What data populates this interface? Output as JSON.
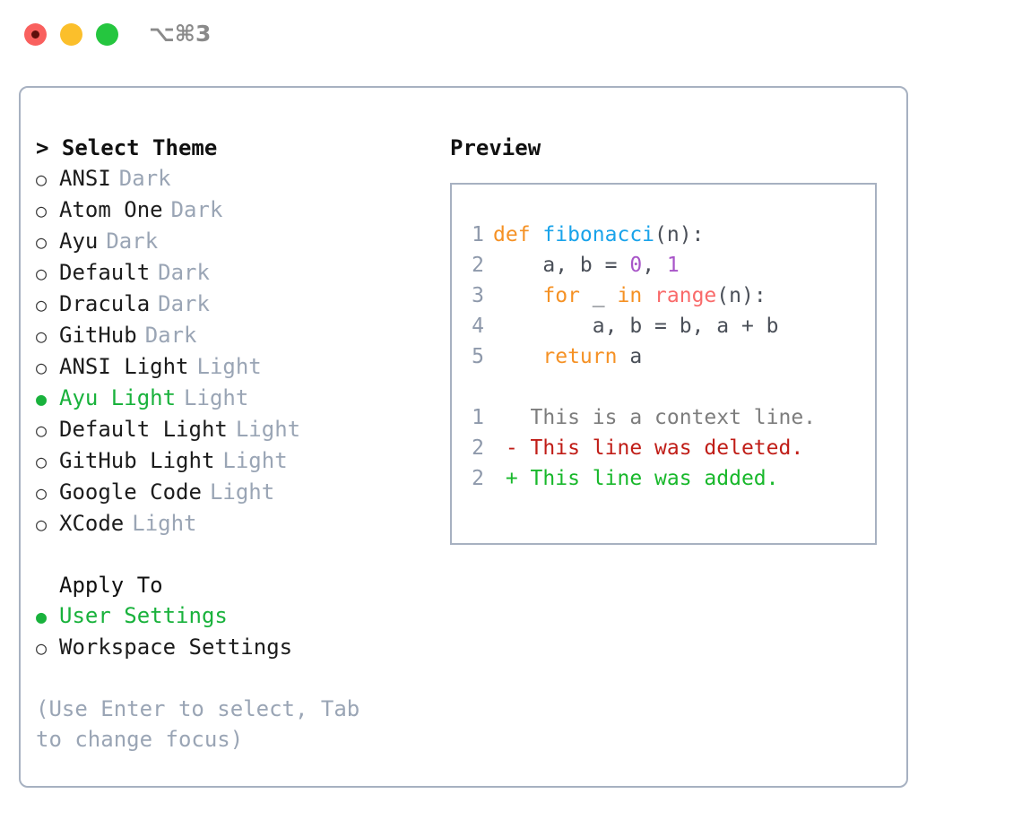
{
  "titlebar": {
    "traffic_lights": [
      {
        "name": "close",
        "color": "#f9605e"
      },
      {
        "name": "minimize",
        "color": "#fbbf2b"
      },
      {
        "name": "maximize",
        "color": "#25c63f"
      }
    ],
    "shortcut": "⌥⌘3"
  },
  "theme_picker": {
    "header": "> Select Theme",
    "options": [
      {
        "marker": "○",
        "label": "ANSI",
        "tag": "Dark",
        "selected": false
      },
      {
        "marker": "○",
        "label": "Atom One",
        "tag": "Dark",
        "selected": false
      },
      {
        "marker": "○",
        "label": "Ayu",
        "tag": "Dark",
        "selected": false
      },
      {
        "marker": "○",
        "label": "Default",
        "tag": "Dark",
        "selected": false
      },
      {
        "marker": "○",
        "label": "Dracula",
        "tag": "Dark",
        "selected": false
      },
      {
        "marker": "○",
        "label": "GitHub",
        "tag": "Dark",
        "selected": false
      },
      {
        "marker": "○",
        "label": "ANSI Light",
        "tag": "Light",
        "selected": false
      },
      {
        "marker": "●",
        "label": "Ayu Light",
        "tag": "Light",
        "selected": true
      },
      {
        "marker": "○",
        "label": "Default Light",
        "tag": "Light",
        "selected": false
      },
      {
        "marker": "○",
        "label": "GitHub Light",
        "tag": "Light",
        "selected": false
      },
      {
        "marker": "○",
        "label": "Google Code",
        "tag": "Light",
        "selected": false
      },
      {
        "marker": "○",
        "label": "XCode",
        "tag": "Light",
        "selected": false
      }
    ]
  },
  "apply_to": {
    "header": "Apply To",
    "options": [
      {
        "marker": "●",
        "label": "User Settings",
        "selected": true
      },
      {
        "marker": "○",
        "label": "Workspace Settings",
        "selected": false
      }
    ]
  },
  "hint": "(Use Enter to select, Tab to change focus)",
  "preview": {
    "title": "Preview",
    "code_lines": [
      {
        "number": "1",
        "tokens": [
          {
            "text": "def ",
            "style": "kw"
          },
          {
            "text": "fibonacci",
            "style": "fn"
          },
          {
            "text": "(n):",
            "style": "pl"
          }
        ]
      },
      {
        "number": "2",
        "tokens": [
          {
            "text": "    a, b = ",
            "style": "pl"
          },
          {
            "text": "0",
            "style": "num"
          },
          {
            "text": ", ",
            "style": "pl"
          },
          {
            "text": "1",
            "style": "num"
          }
        ]
      },
      {
        "number": "3",
        "tokens": [
          {
            "text": "    ",
            "style": "pl"
          },
          {
            "text": "for",
            "style": "kw"
          },
          {
            "text": " _ ",
            "style": "pl"
          },
          {
            "text": "in",
            "style": "kw"
          },
          {
            "text": " ",
            "style": "pl"
          },
          {
            "text": "range",
            "style": "bi"
          },
          {
            "text": "(n):",
            "style": "pl"
          }
        ]
      },
      {
        "number": "4",
        "tokens": [
          {
            "text": "        a, b = b, a + b",
            "style": "pl"
          }
        ]
      },
      {
        "number": "5",
        "tokens": [
          {
            "text": "    ",
            "style": "pl"
          },
          {
            "text": "return",
            "style": "kw"
          },
          {
            "text": " a",
            "style": "pl"
          }
        ]
      }
    ],
    "diff_lines": [
      {
        "number": "1",
        "sign": " ",
        "text": " This is a context line.",
        "style": "dg-ctx"
      },
      {
        "number": "2",
        "sign": "-",
        "text": " This line was deleted.",
        "style": "dg-del"
      },
      {
        "number": "2",
        "sign": "+",
        "text": " This line was added.",
        "style": "dg-add"
      }
    ]
  },
  "colors": {
    "accent_selected": "#19b23c",
    "border": "#a7b1c1",
    "muted_text": "#9aa5b5",
    "keyword": "#f59124",
    "function": "#19a3ea",
    "builtin": "#f96a6a",
    "number": "#a855c8",
    "diff_add": "#18b82b",
    "diff_del": "#c01d17"
  }
}
